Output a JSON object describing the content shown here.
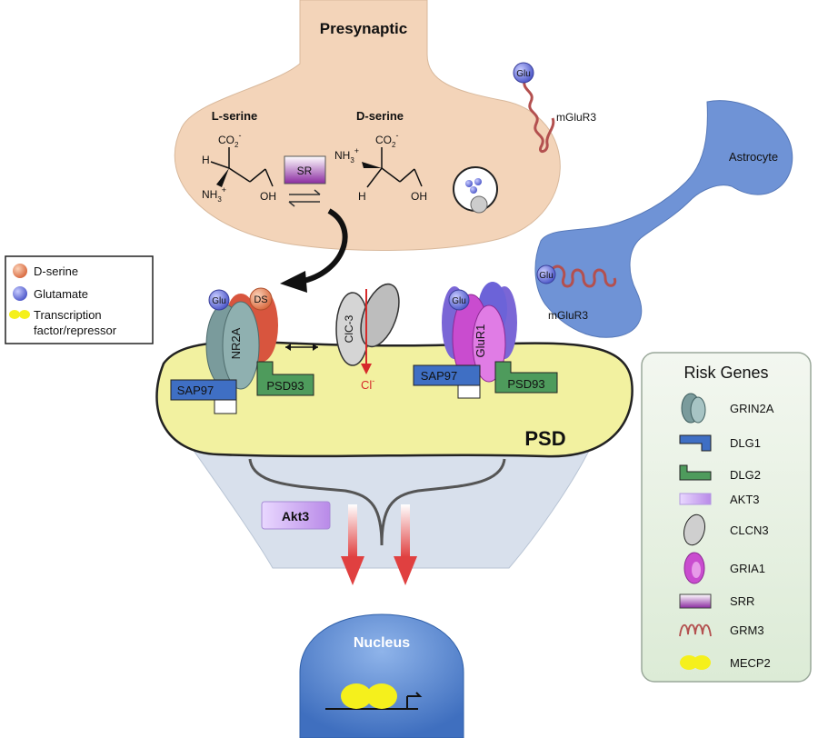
{
  "labels": {
    "presynaptic": "Presynaptic",
    "l_serine": "L-serine",
    "d_serine": "D-serine",
    "co2": "CO",
    "co2_sub": "2",
    "co2_sup": "-",
    "nh3": "NH",
    "nh3_sub": "3",
    "nh3_sup": "+",
    "h": "H",
    "oh": "OH",
    "sr": "SR",
    "glu": "Glu",
    "mglur3": "mGluR3",
    "astrocyte": "Astrocyte",
    "ds": "DS",
    "nr2a": "NR2A",
    "clc3": "ClC-3",
    "cl": "Cl",
    "cl_sup": "-",
    "glur1": "GluR1",
    "sap97": "SAP97",
    "psd93": "PSD93",
    "psd": "PSD",
    "akt3": "Akt3",
    "nucleus": "Nucleus"
  },
  "legend": {
    "items": [
      {
        "label": "D-serine",
        "color": "#e8895c"
      },
      {
        "label": "Glutamate",
        "color": "#6b73d9"
      },
      {
        "label": "Transcription",
        "color": "#f5f01c"
      },
      {
        "label": "factor/repressor",
        "color": ""
      }
    ]
  },
  "risk_genes": {
    "title": "Risk Genes",
    "items": [
      {
        "label": "GRIN2A",
        "icon": "nmda-subunit-icon"
      },
      {
        "label": "DLG1",
        "icon": "blue-scaffold-icon"
      },
      {
        "label": "DLG2",
        "icon": "green-scaffold-icon"
      },
      {
        "label": "AKT3",
        "icon": "akt-bar-icon"
      },
      {
        "label": "CLCN3",
        "icon": "chloride-channel-icon"
      },
      {
        "label": "GRIA1",
        "icon": "ampa-subunit-icon"
      },
      {
        "label": "SRR",
        "icon": "sr-box-icon"
      },
      {
        "label": "GRM3",
        "icon": "coil-receptor-icon"
      },
      {
        "label": "MECP2",
        "icon": "yellow-dimer-icon"
      }
    ]
  },
  "colors": {
    "presynaptic": "#f3d4b9",
    "psd_fill": "#f2f1a0",
    "postsynaptic": "#d8e0ec",
    "astrocyte": "#6f93d6",
    "receptor_grey": "#7a9b9c",
    "glur1_purple": "#c94ccf",
    "sap97_blue": "#3f6fc4",
    "psd93_green": "#4e9b5c",
    "akt3": "#caa8f0",
    "nucleus": "#5d8fd6",
    "mecp2": "#f5f01c",
    "arrow_red": "#e04040"
  }
}
